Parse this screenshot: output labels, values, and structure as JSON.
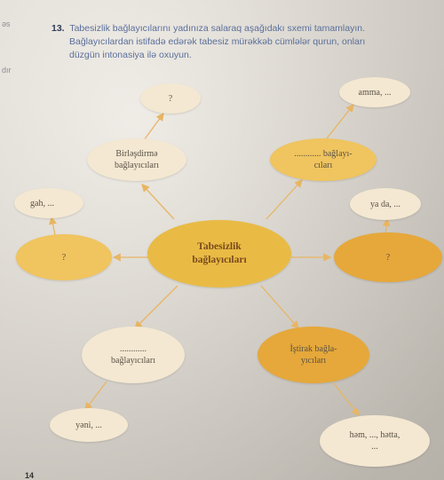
{
  "margin": {
    "top_mark": "əs",
    "side_mark": "dır"
  },
  "task": {
    "number": "13.",
    "line1": "Tabesizlik bağlayıcılarını yadınıza salaraq aşağıdakı sxemi tamamlayın.",
    "line2": "Bağlayıcılardan istifadə edərək tabesiz mürəkkəb cümlələr qurun, onları",
    "line3": "düzgün intonasiya ilə oxuyun."
  },
  "diagram": {
    "center": {
      "line1": "Tabesizlik",
      "line2": "bağlayıcıları"
    },
    "upper_left": {
      "line1": "Birləşdirmə",
      "line2": "bağlayıcıları",
      "example": "?"
    },
    "upper_right": {
      "line1": "............ bağlayı-",
      "line2": "cıları",
      "example": "amma, ..."
    },
    "left": {
      "label": "?",
      "example": "gah, ..."
    },
    "right": {
      "label": "?",
      "example": "ya da, ..."
    },
    "lower_left": {
      "line1": "............",
      "line2": "bağlayıcıları",
      "example": "yəni, ..."
    },
    "lower_right": {
      "line1": "İştirak bağla-",
      "line2": "yıcıları",
      "example": "həm, ..., həttа,"
    }
  },
  "extra": {
    "dots": "..."
  },
  "footer": {
    "page_number": "14"
  }
}
